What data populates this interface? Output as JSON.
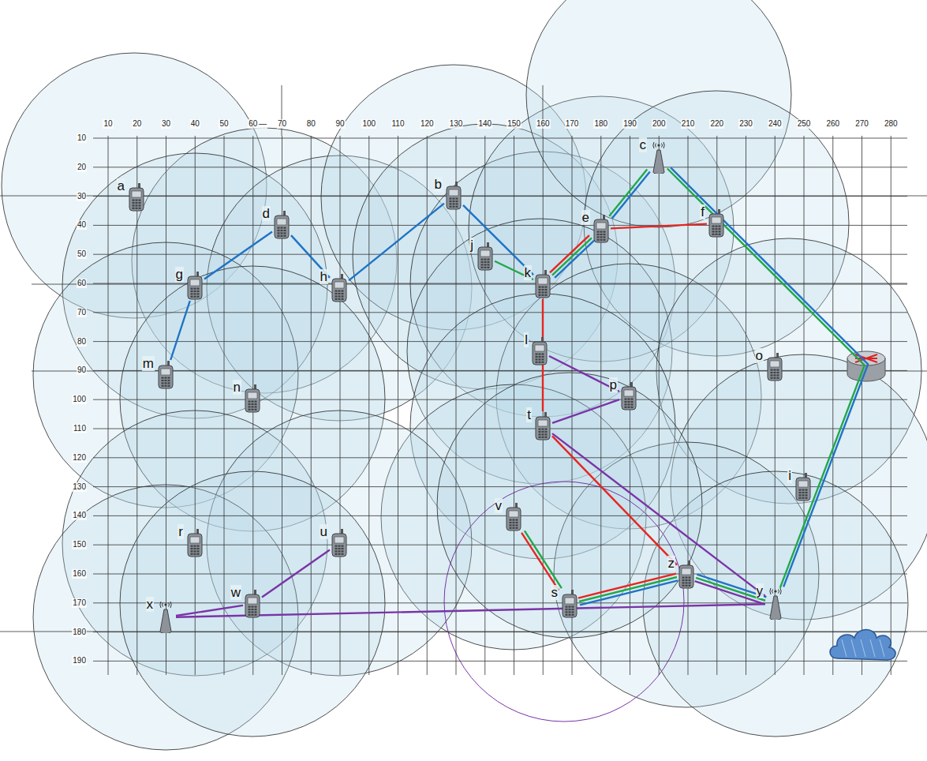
{
  "diagram": {
    "nodes": [
      {
        "text": [
          "c"
        ]
      },
      {
        "text": [
          "a"
        ]
      },
      {
        "text": [
          "b"
        ]
      },
      {
        "text": [
          "d"
        ]
      },
      {
        "text": [
          "f"
        ]
      },
      {
        "text": [
          "e"
        ]
      },
      {
        "text": [
          "j"
        ]
      },
      {
        "text": [
          "g"
        ]
      },
      {
        "text": [
          "h"
        ]
      },
      {
        "text": [
          "k"
        ]
      },
      {
        "text": [
          "l"
        ]
      },
      {
        "text": [
          "m"
        ]
      },
      {
        "text": [
          "o"
        ]
      },
      {
        "text": [
          "n"
        ]
      },
      {
        "text": [
          "p"
        ]
      },
      {
        "text": [
          "t"
        ]
      },
      {
        "text": [
          "i"
        ]
      },
      {
        "text": [
          "v"
        ]
      },
      {
        "text": [
          "r"
        ]
      },
      {
        "text": [
          "u"
        ]
      },
      {
        "text": [
          "z"
        ]
      },
      {
        "text": [
          "s"
        ]
      },
      {
        "text": [
          "w"
        ]
      },
      {
        "text": [
          "y"
        ]
      },
      {
        "text": [
          "x"
        ]
      }
    ],
    "edges": [
      {
        "from": 11,
        "to": 7,
        "arrow": "none"
      },
      {
        "from": 7,
        "to": 3,
        "arrow": "none"
      },
      {
        "from": 3,
        "to": 8,
        "arrow": "none"
      },
      {
        "from": 8,
        "to": 2,
        "arrow": "none"
      },
      {
        "from": 2,
        "to": 9,
        "arrow": "none"
      },
      {
        "from": 9,
        "to": 5,
        "arrow": "none"
      },
      {
        "from": 5,
        "to": 0,
        "arrow": "none"
      },
      {
        "from": 0,
        "to": 23,
        "arrow": "none"
      },
      {
        "from": 23,
        "to": 20,
        "arrow": "none"
      },
      {
        "from": 20,
        "to": 21,
        "arrow": "none"
      },
      {
        "from": 6,
        "to": 9,
        "arrow": "none"
      },
      {
        "from": 9,
        "to": 5,
        "arrow": "none"
      },
      {
        "from": 5,
        "to": 0,
        "arrow": "none"
      },
      {
        "from": 0,
        "to": 23,
        "arrow": "none"
      },
      {
        "from": 23,
        "to": 20,
        "arrow": "none"
      },
      {
        "from": 20,
        "to": 21,
        "arrow": "none"
      },
      {
        "from": 21,
        "to": 17,
        "arrow": "none"
      },
      {
        "from": 4,
        "to": 5,
        "arrow": "none"
      },
      {
        "from": 5,
        "to": 9,
        "arrow": "none"
      },
      {
        "from": 9,
        "to": 15,
        "arrow": "none"
      },
      {
        "from": 15,
        "to": 20,
        "arrow": "none"
      },
      {
        "from": 20,
        "to": 21,
        "arrow": "none"
      },
      {
        "from": 21,
        "to": 17,
        "arrow": "none"
      },
      {
        "from": 10,
        "to": 14,
        "arrow": "none"
      },
      {
        "from": 14,
        "to": 15,
        "arrow": "none"
      },
      {
        "from": 15,
        "to": 23,
        "arrow": "none"
      },
      {
        "from": 20,
        "to": 23,
        "arrow": "none"
      },
      {
        "from": 23,
        "to": 24,
        "arrow": "none"
      },
      {
        "from": 24,
        "to": 22,
        "arrow": "none"
      },
      {
        "from": 22,
        "to": 19,
        "arrow": "none"
      }
    ],
    "labels": [
      "10",
      "20",
      "30",
      "40",
      "50",
      "60",
      "70",
      "80",
      "90",
      "100",
      "110",
      "120",
      "130",
      "140",
      "150",
      "160",
      "170",
      "180",
      "190",
      "200",
      "210",
      "220",
      "230",
      "240",
      "250",
      "260",
      "270",
      "280",
      "—",
      "10",
      "20",
      "30",
      "40",
      "50",
      "60",
      "70",
      "80",
      "90",
      "100",
      "110",
      "120",
      "130",
      "140",
      "150",
      "160",
      "170",
      "180",
      "190"
    ]
  }
}
